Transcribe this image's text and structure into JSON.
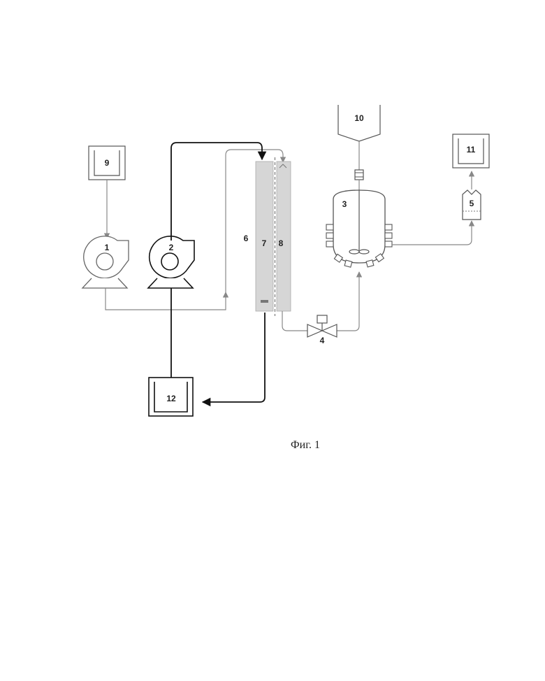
{
  "labels": {
    "pump_1": "1",
    "pump_2": "2",
    "reactor_3": "3",
    "valve_4": "4",
    "filter_5": "5",
    "column_6": "6",
    "chamber_7": "7",
    "chamber_8": "8",
    "tank_9": "9",
    "hopper_10": "10",
    "tank_11": "11",
    "tank_12": "12"
  },
  "caption": "Фиг. 1",
  "colors": {
    "thin_line": "#888888",
    "thick_line": "#111111",
    "column_fill": "#d6d6d6"
  }
}
